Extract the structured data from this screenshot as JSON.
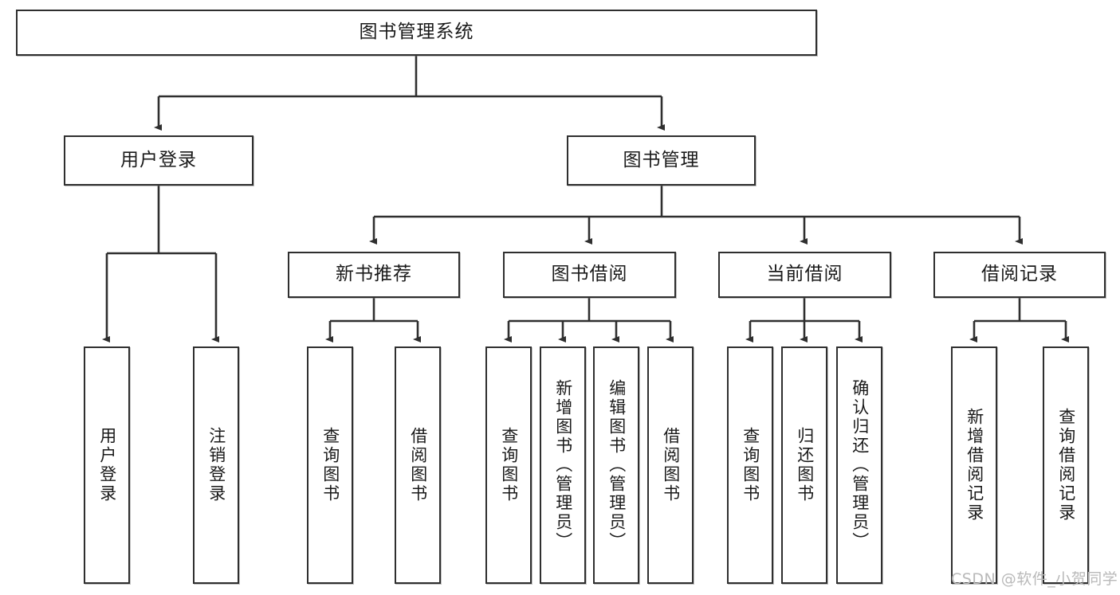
{
  "diagram": {
    "title_node": {
      "label": "图书管理系统"
    },
    "level1": [
      {
        "id": "user-login",
        "label": "用户登录"
      },
      {
        "id": "book-manage",
        "label": "图书管理"
      }
    ],
    "level2": [
      {
        "id": "new-book-recommend",
        "label": "新书推荐"
      },
      {
        "id": "book-borrow",
        "label": "图书借阅"
      },
      {
        "id": "current-borrow",
        "label": "当前借阅"
      },
      {
        "id": "borrow-record",
        "label": "借阅记录"
      }
    ],
    "leaves": [
      {
        "id": "leaf-user-login",
        "label": "用户登录",
        "parent": "user-login"
      },
      {
        "id": "leaf-logout-login",
        "label": "注销登录",
        "parent": "user-login"
      },
      {
        "id": "leaf-query-book-1",
        "label": "查询图书",
        "parent": "new-book-recommend"
      },
      {
        "id": "leaf-borrow-book-1",
        "label": "借阅图书",
        "parent": "new-book-recommend"
      },
      {
        "id": "leaf-query-book-2",
        "label": "查询图书",
        "parent": "book-borrow"
      },
      {
        "id": "leaf-add-book",
        "label": "新增图书（管理员）",
        "parent": "book-borrow"
      },
      {
        "id": "leaf-edit-book",
        "label": "编辑图书（管理员）",
        "parent": "book-borrow"
      },
      {
        "id": "leaf-borrow-book-2",
        "label": "借阅图书",
        "parent": "book-borrow"
      },
      {
        "id": "leaf-query-book-3",
        "label": "查询图书",
        "parent": "current-borrow"
      },
      {
        "id": "leaf-return-book",
        "label": "归还图书",
        "parent": "current-borrow"
      },
      {
        "id": "leaf-confirm-return",
        "label": "确认归还（管理员）",
        "parent": "current-borrow"
      },
      {
        "id": "leaf-add-record",
        "label": "新增借阅记录",
        "parent": "borrow-record"
      },
      {
        "id": "leaf-query-record",
        "label": "查询借阅记录",
        "parent": "borrow-record"
      }
    ],
    "watermark": "CSDN @软件_小贺同学",
    "colors": {
      "stroke": "#2f2f2f",
      "fill": "#ffffff",
      "text": "#1a1a1a",
      "watermark": "#b9b9b9"
    }
  }
}
